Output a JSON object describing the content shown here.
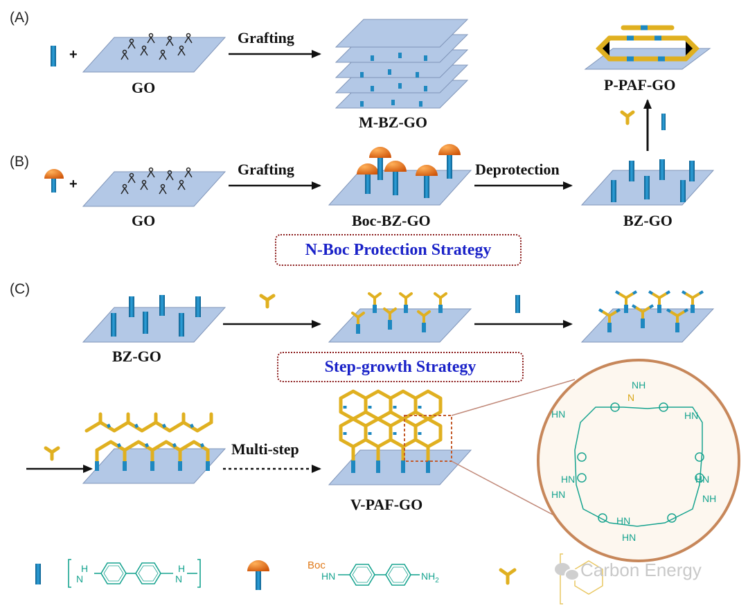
{
  "sections": {
    "a": "(A)",
    "b": "(B)",
    "c": "(C)"
  },
  "labels": {
    "go_a": "GO",
    "go_b": "GO",
    "m_bz_go": "M-BZ-GO",
    "p_paf_go": "P-PAF-GO",
    "boc_bz_go": "Boc-BZ-GO",
    "bz_go_b": "BZ-GO",
    "bz_go_c": "BZ-GO",
    "v_paf_go": "V-PAF-GO"
  },
  "arrows": {
    "grafting_a": "Grafting",
    "grafting_b": "Grafting",
    "deprotection": "Deprotection",
    "multi_step": "Multi-step"
  },
  "strategies": {
    "boc": "N-Boc Protection Strategy",
    "step": "Step-growth Strategy"
  },
  "plus": "+",
  "legend": {
    "boc_text": "Boc",
    "hn": "HN",
    "nh2": "NH",
    "nh2_sub": "2",
    "h": "H",
    "n": "N"
  },
  "inset": {
    "hn": "HN",
    "nh": "NH",
    "n": "N"
  },
  "watermark": "Carbon Energy",
  "colors": {
    "plate": "#b3c8e6",
    "rod": "#1e88c0",
    "yshape": "#e0b020",
    "cap": "#e8741a",
    "boxBorder": "#8a1a1a",
    "strategyText": "#1a22c8"
  }
}
